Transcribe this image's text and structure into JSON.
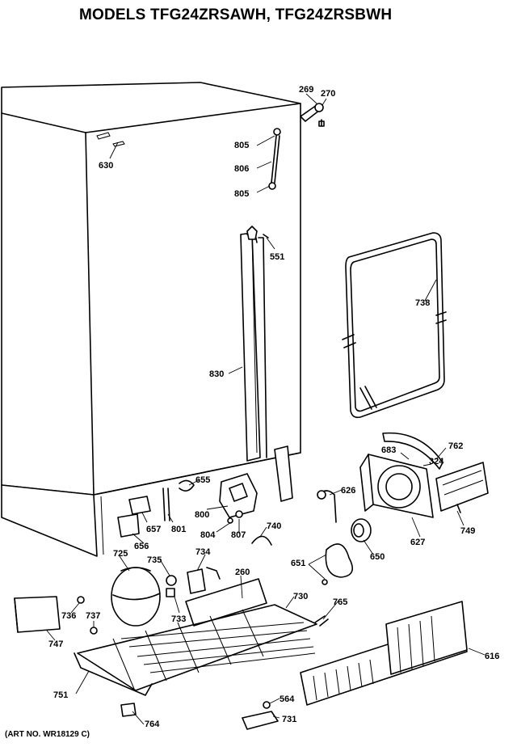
{
  "title": "MODELS TFG24ZRSAWH, TFG24ZRSBWH",
  "art_number": "(ART NO. WR18129 C)",
  "parts": [
    {
      "id": "269"
    },
    {
      "id": "270"
    },
    {
      "id": "630"
    },
    {
      "id": "805a",
      "label": "805"
    },
    {
      "id": "806"
    },
    {
      "id": "805b",
      "label": "805"
    },
    {
      "id": "551"
    },
    {
      "id": "738"
    },
    {
      "id": "830"
    },
    {
      "id": "683"
    },
    {
      "id": "762"
    },
    {
      "id": "324"
    },
    {
      "id": "655"
    },
    {
      "id": "626"
    },
    {
      "id": "749"
    },
    {
      "id": "657"
    },
    {
      "id": "801"
    },
    {
      "id": "800"
    },
    {
      "id": "656"
    },
    {
      "id": "804"
    },
    {
      "id": "807"
    },
    {
      "id": "740"
    },
    {
      "id": "627"
    },
    {
      "id": "650"
    },
    {
      "id": "725"
    },
    {
      "id": "735"
    },
    {
      "id": "734"
    },
    {
      "id": "651"
    },
    {
      "id": "260"
    },
    {
      "id": "730"
    },
    {
      "id": "733"
    },
    {
      "id": "765"
    },
    {
      "id": "736"
    },
    {
      "id": "737"
    },
    {
      "id": "747"
    },
    {
      "id": "616"
    },
    {
      "id": "751"
    },
    {
      "id": "564"
    },
    {
      "id": "731"
    },
    {
      "id": "764"
    }
  ]
}
